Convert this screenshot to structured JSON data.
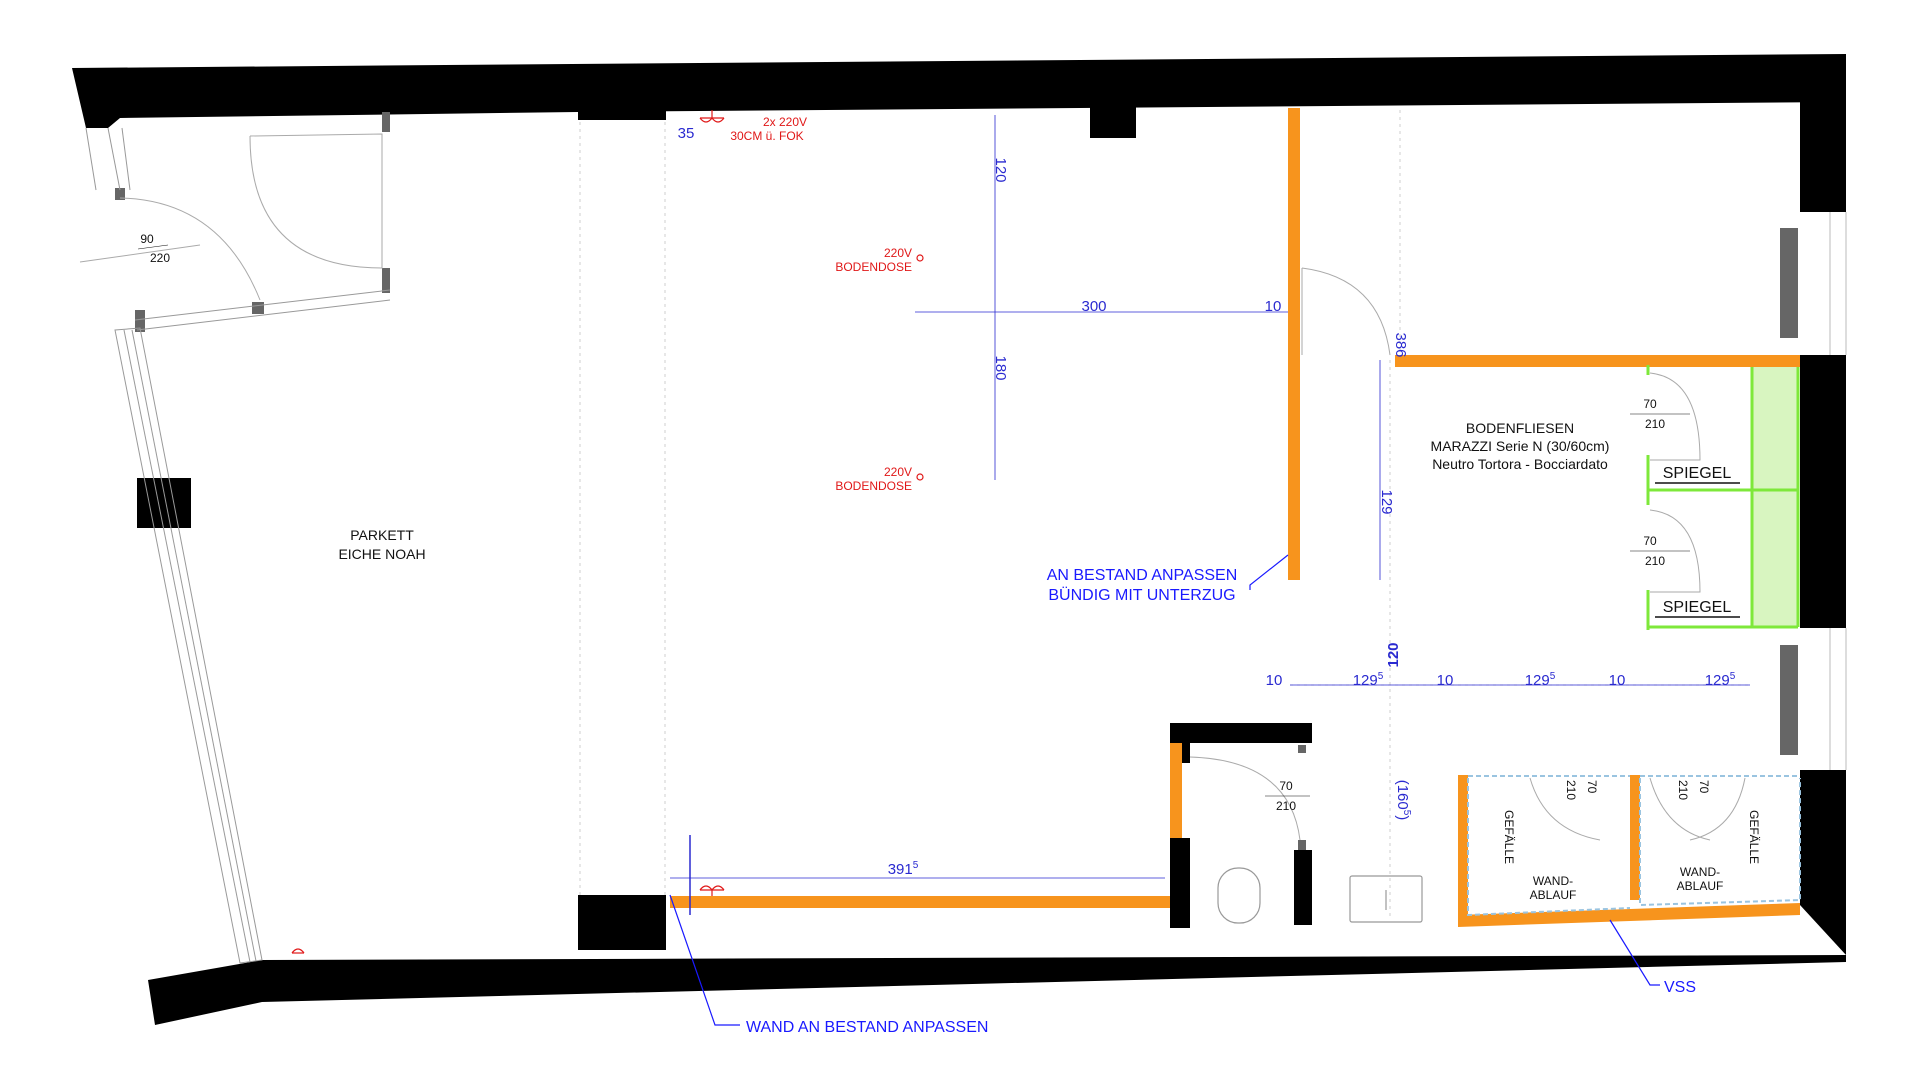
{
  "labels": {
    "parkett_l1": "PARKETT",
    "parkett_l2": "EICHE NOAH",
    "fliesen_l1": "BODENFLIESEN",
    "fliesen_l2": "MARAZZI Serie N (30/60cm)",
    "fliesen_l3": "Neutro Tortora - Bocciardato",
    "spiegel": "SPIEGEL",
    "gefaelle": "GEFÄLLE",
    "wand": "WAND-",
    "ablauf": "ABLAUF"
  },
  "callouts": {
    "bestand_l1": "AN BESTAND ANPASSEN",
    "bestand_l2": "BÜNDIG MIT UNTERZUG",
    "wand_bestand": "WAND AN BESTAND ANPASSEN",
    "vss": "VSS"
  },
  "electrical": {
    "top_l1": "2x 220V",
    "top_l2": "30CM ü. FOK",
    "socket_l1": "220V",
    "socket_l2": "BODENDOSE"
  },
  "doors": {
    "entry_w": "90",
    "entry_h": "220",
    "std_w": "70",
    "std_h": "210"
  },
  "dims": {
    "d35": "35",
    "d120": "120",
    "d300": "300",
    "d180": "180",
    "d10": "10",
    "d386": "386",
    "d129": "129",
    "d120b": "120",
    "d129_5": "129",
    "sup5": "5",
    "d391_5": "391",
    "d160_5": "(160",
    "d160_close": ")"
  },
  "colors": {
    "wall": "#000000",
    "new_wall": "#f7941d",
    "glass": "#7ee83a",
    "dimension": "#2a2ad0",
    "electric": "#e01818"
  }
}
